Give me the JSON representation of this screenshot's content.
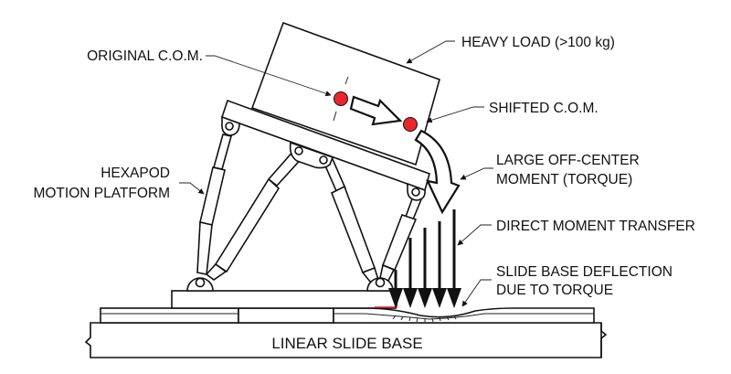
{
  "diagram": {
    "labels": {
      "original_com": "ORIGINAL C.O.M.",
      "heavy_load": "HEAVY LOAD (>100 kg)",
      "shifted_com": "SHIFTED C.O.M.",
      "moment_line1": "LARGE OFF-CENTER",
      "moment_line2": "MOMENT (TORQUE)",
      "hexapod_line1": "HEXAPOD",
      "hexapod_line2": "MOTION PLATFORM",
      "direct_transfer": "DIRECT MOMENT TRANSFER",
      "deflection_line1": "SLIDE BASE DEFLECTION",
      "deflection_line2": "DUE TO TORQUE",
      "linear_slide_base": "LINEAR SLIDE BASE"
    },
    "colors": {
      "com_marker": "#e8262b",
      "deflection_highlight": "#e02020",
      "line": "#111111"
    }
  }
}
